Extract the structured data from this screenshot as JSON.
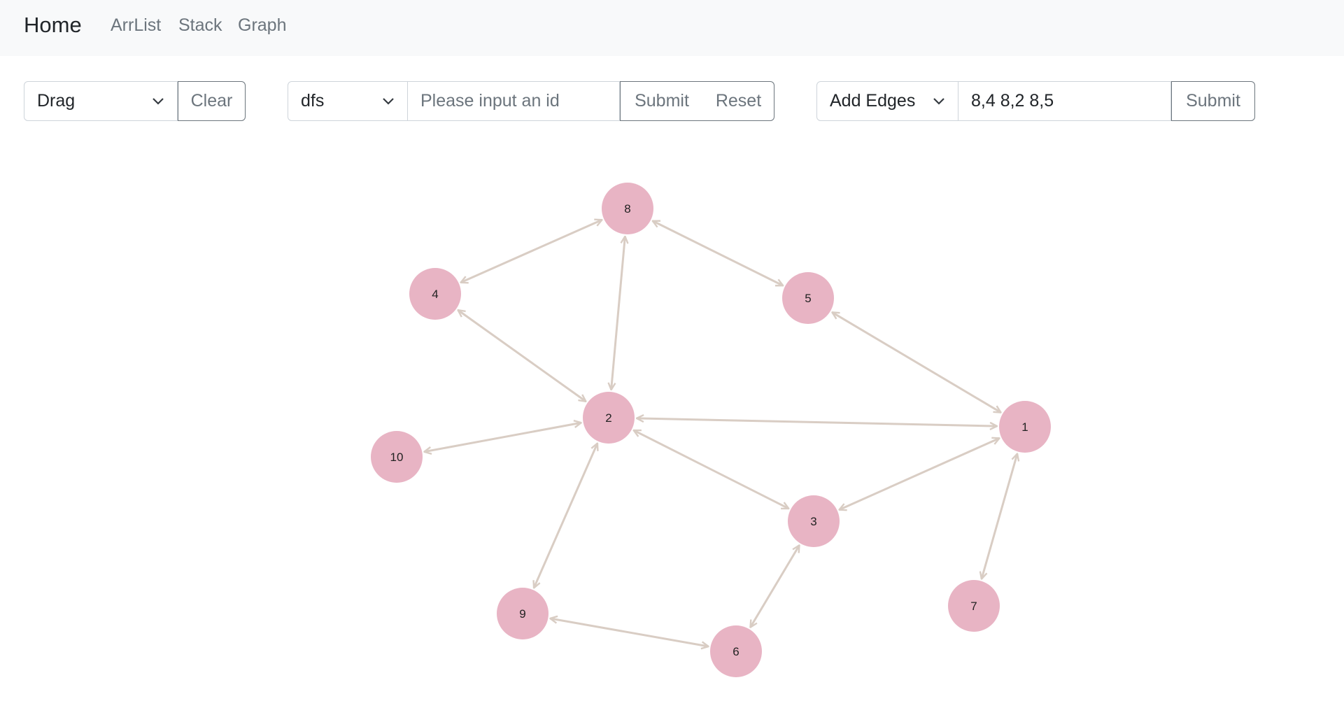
{
  "nav": {
    "brand": "Home",
    "links": [
      "ArrList",
      "Stack",
      "Graph"
    ]
  },
  "toolbar": {
    "mode_select": {
      "value": "Drag"
    },
    "clear_label": "Clear",
    "algo_select": {
      "value": "dfs"
    },
    "id_input": {
      "value": "",
      "placeholder": "Please input an id"
    },
    "submit_label": "Submit",
    "reset_label": "Reset",
    "edge_select": {
      "value": "Add Edges"
    },
    "edges_input": {
      "value": "8,4 8,2 8,5"
    },
    "edges_submit_label": "Submit"
  },
  "graph": {
    "node_color": "#e8b4c4",
    "edge_color": "#d9cdc4",
    "nodes": [
      {
        "id": "8"
      },
      {
        "id": "4"
      },
      {
        "id": "5"
      },
      {
        "id": "2"
      },
      {
        "id": "10"
      },
      {
        "id": "1"
      },
      {
        "id": "3"
      },
      {
        "id": "9"
      },
      {
        "id": "6"
      },
      {
        "id": "7"
      }
    ],
    "edges": [
      {
        "from": "8",
        "to": "4",
        "bidirectional": true
      },
      {
        "from": "8",
        "to": "2",
        "bidirectional": true
      },
      {
        "from": "8",
        "to": "5",
        "bidirectional": true
      },
      {
        "from": "4",
        "to": "2",
        "bidirectional": true
      },
      {
        "from": "5",
        "to": "1",
        "bidirectional": true
      },
      {
        "from": "2",
        "to": "1",
        "bidirectional": true
      },
      {
        "from": "2",
        "to": "10",
        "bidirectional": true
      },
      {
        "from": "2",
        "to": "3",
        "bidirectional": true
      },
      {
        "from": "2",
        "to": "9",
        "bidirectional": true
      },
      {
        "from": "1",
        "to": "3",
        "bidirectional": true
      },
      {
        "from": "1",
        "to": "7",
        "bidirectional": true
      },
      {
        "from": "3",
        "to": "6",
        "bidirectional": true
      },
      {
        "from": "9",
        "to": "6",
        "bidirectional": true
      }
    ]
  }
}
